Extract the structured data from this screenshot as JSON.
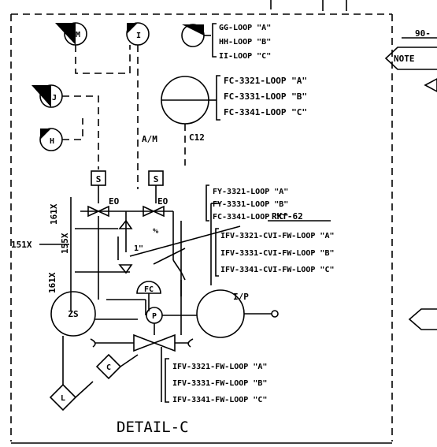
{
  "bubbles": {
    "mm": "MM",
    "i": "I",
    "jj": "JJ",
    "h": "H",
    "c": "C",
    "l": "L",
    "zs": "ZS",
    "p": "P",
    "fc": "FC",
    "s1": "S",
    "s2": "S"
  },
  "labels": {
    "am": "A/M",
    "c12": "C12",
    "eo1": "EO",
    "eo2": "EO",
    "ip": "I/P",
    "x161_top": "161X",
    "x155": "155X",
    "x151": "151X",
    "x161_bot": "161X",
    "rkf": "RKf-62",
    "detail": "DETAIL-C",
    "note": "NOTE",
    "top_num": "90-"
  },
  "loop_groups": {
    "g1": [
      "GG-LOOP \"A\"",
      "HH-LOOP \"B\"",
      "II-LOOP \"C\""
    ],
    "g2": [
      "FC-3321-LOOP \"A\"",
      "FC-3331-LOOP \"B\"",
      "FC-3341-LOOP \"C\""
    ],
    "g3": [
      "FY-3321-LOOP \"A\"",
      "FY-3331-LOOP \"B\"",
      "FC-3341-LOOP \"C\""
    ],
    "g4": [
      "IFV-3321-CVI-FW-LOOP \"A\"",
      "IFV-3331-CVI-FW-LOOP \"B\"",
      "IFV-3341-CVI-FW-LOOP \"C\""
    ],
    "g5": [
      "IFV-3321-FW-LOOP \"A\"",
      "IFV-3331-FW-LOOP \"B\"",
      "IFV-3341-FW-LOOP \"C\""
    ]
  }
}
